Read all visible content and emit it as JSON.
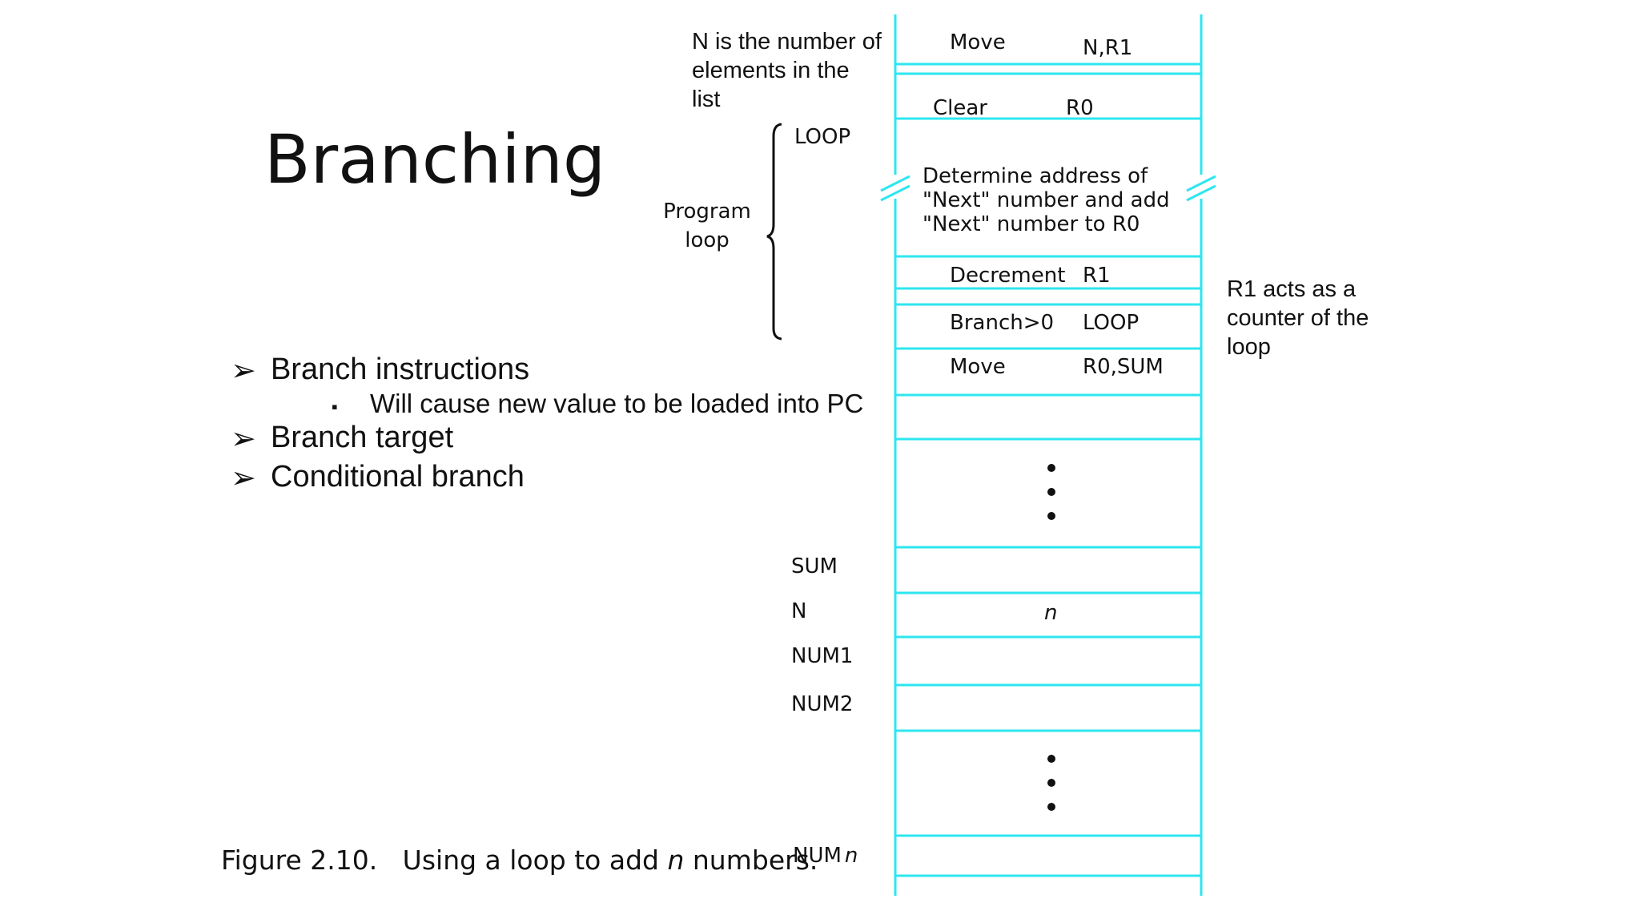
{
  "slide": {
    "title": "Branching",
    "bullets": [
      {
        "marker": "➢",
        "text": "Branch instructions"
      },
      {
        "marker": "➢",
        "text": "Branch target"
      },
      {
        "marker": "➢",
        "text": "Conditional branch"
      }
    ],
    "sub_bullet": {
      "marker": "▪",
      "text": "Will cause new value to be loaded into PC"
    }
  },
  "notes": {
    "n_note": "N is the number of elements in the list",
    "r1_note": "R1 acts as a counter of the loop",
    "program_loop": "Program loop",
    "loop_label": "LOOP"
  },
  "memory": {
    "instructions": [
      {
        "op": "Move",
        "operand": "N,R1"
      },
      {
        "op": "Clear",
        "operand": "R0"
      },
      {
        "text": "Determine address of \"Next\" number and add \"Next\" number to R0"
      },
      {
        "op": "Decrement",
        "operand": "R1"
      },
      {
        "op": "Branch>0",
        "operand": "LOOP"
      },
      {
        "op": "Move",
        "operand": "R0,SUM"
      }
    ],
    "data_labels": {
      "sum": "SUM",
      "n": "N",
      "n_value": "n",
      "num1": "NUM1",
      "num2": "NUM2",
      "numn_prefix": "NUM",
      "numn_suffix": "n"
    }
  },
  "caption": {
    "prefix": "Figure 2.10.   Using a loop to add ",
    "italic": "n",
    "suffix": " numbers."
  },
  "colors": {
    "memory_lines": "#2ee6ef",
    "text": "#111111"
  }
}
